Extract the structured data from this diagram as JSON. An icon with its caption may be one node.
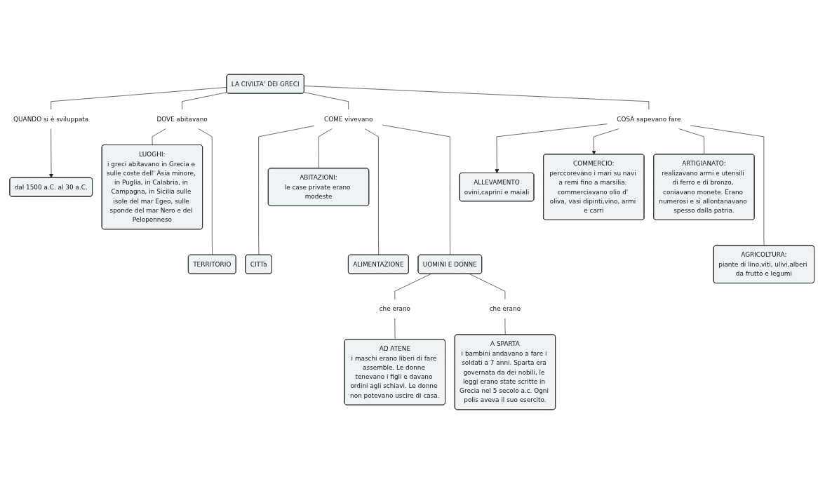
{
  "diagram": {
    "nodes": [
      {
        "text": [
          "LA CIVILTA' DEI GRECI"
        ]
      },
      {
        "text": [
          "QUANDO si è sviluppata"
        ]
      },
      {
        "text": [
          "dal 1500 a.C. al 30 a.C."
        ]
      },
      {
        "text": [
          "DOVE abitavano"
        ]
      },
      {
        "text": [
          "LUOGHI:",
          "i greci abitavano in Grecia e sulle coste dell' Asia minore, in Puglia, in Calabria, in Campagna, in Sicilia sulle isole del mar Egeo, sulle sponde del mar Nero e del Peloponneso"
        ]
      },
      {
        "text": [
          "TERRITORIO"
        ]
      },
      {
        "text": [
          "COME vivevano"
        ]
      },
      {
        "text": [
          "CITTà"
        ]
      },
      {
        "text": [
          "ABITAZIONI:",
          "le case private erano modeste"
        ]
      },
      {
        "text": [
          "ALIMENTAZIONE"
        ]
      },
      {
        "text": [
          "UOMINI E DONNE"
        ]
      },
      {
        "text": [
          "che erano"
        ]
      },
      {
        "text": [
          "AD ATENE",
          "i maschi erano liberi di fare assemble. Le donne tenevano i figli e davano ordini agli schiavi. Le donne non potevano uscire di casa."
        ]
      },
      {
        "text": [
          "che erano"
        ]
      },
      {
        "text": [
          "A SPARTA",
          "i bambini andavano a fare i soldati a 7 anni. Sparta era governata da dei nobili, le leggi erano state scritte in Grecia nel 5 secolo a.c. Ogni polis aveva il suo esercito."
        ]
      },
      {
        "text": [
          "COSA sapevano fare"
        ]
      },
      {
        "text": [
          "ALLEVAMENTO",
          "ovini,caprini e maiali"
        ]
      },
      {
        "text": [
          "COMMERCIO:",
          "perccorevano i mari su navi a remi fino a marsilia. commerciavano olio d' oliva, vasi dipinti,vino, armi e carri"
        ]
      },
      {
        "text": [
          "ARTIGIANATO:",
          "realizavano armi e utensili di ferro e di bronzo, coniavano monete. Erano numerosi e si allontanavano spesso dalla patria."
        ]
      },
      {
        "text": [
          "AGRICOLTURA:",
          "piante di lino,viti, ulivi,alberi da frutto e legumi"
        ]
      }
    ],
    "edges": [
      {
        "from": 0,
        "to": 1,
        "arrow": "none"
      },
      {
        "from": 1,
        "to": 2,
        "arrow": "to"
      },
      {
        "from": 0,
        "to": 3,
        "arrow": "none"
      },
      {
        "from": 3,
        "to": 4,
        "arrow": "none"
      },
      {
        "from": 3,
        "to": 5,
        "arrow": "none"
      },
      {
        "from": 0,
        "to": 6,
        "arrow": "none"
      },
      {
        "from": 6,
        "to": 7,
        "arrow": "none"
      },
      {
        "from": 6,
        "to": 8,
        "arrow": "none"
      },
      {
        "from": 6,
        "to": 9,
        "arrow": "none"
      },
      {
        "from": 6,
        "to": 10,
        "arrow": "none"
      },
      {
        "from": 10,
        "to": 11,
        "arrow": "none"
      },
      {
        "from": 11,
        "to": 12,
        "arrow": "none"
      },
      {
        "from": 10,
        "to": 13,
        "arrow": "none"
      },
      {
        "from": 13,
        "to": 14,
        "arrow": "none"
      },
      {
        "from": 0,
        "to": 15,
        "arrow": "none"
      },
      {
        "from": 15,
        "to": 16,
        "arrow": "to"
      },
      {
        "from": 15,
        "to": 17,
        "arrow": "to"
      },
      {
        "from": 15,
        "to": 18,
        "arrow": "none"
      },
      {
        "from": 15,
        "to": 19,
        "arrow": "none"
      }
    ]
  }
}
